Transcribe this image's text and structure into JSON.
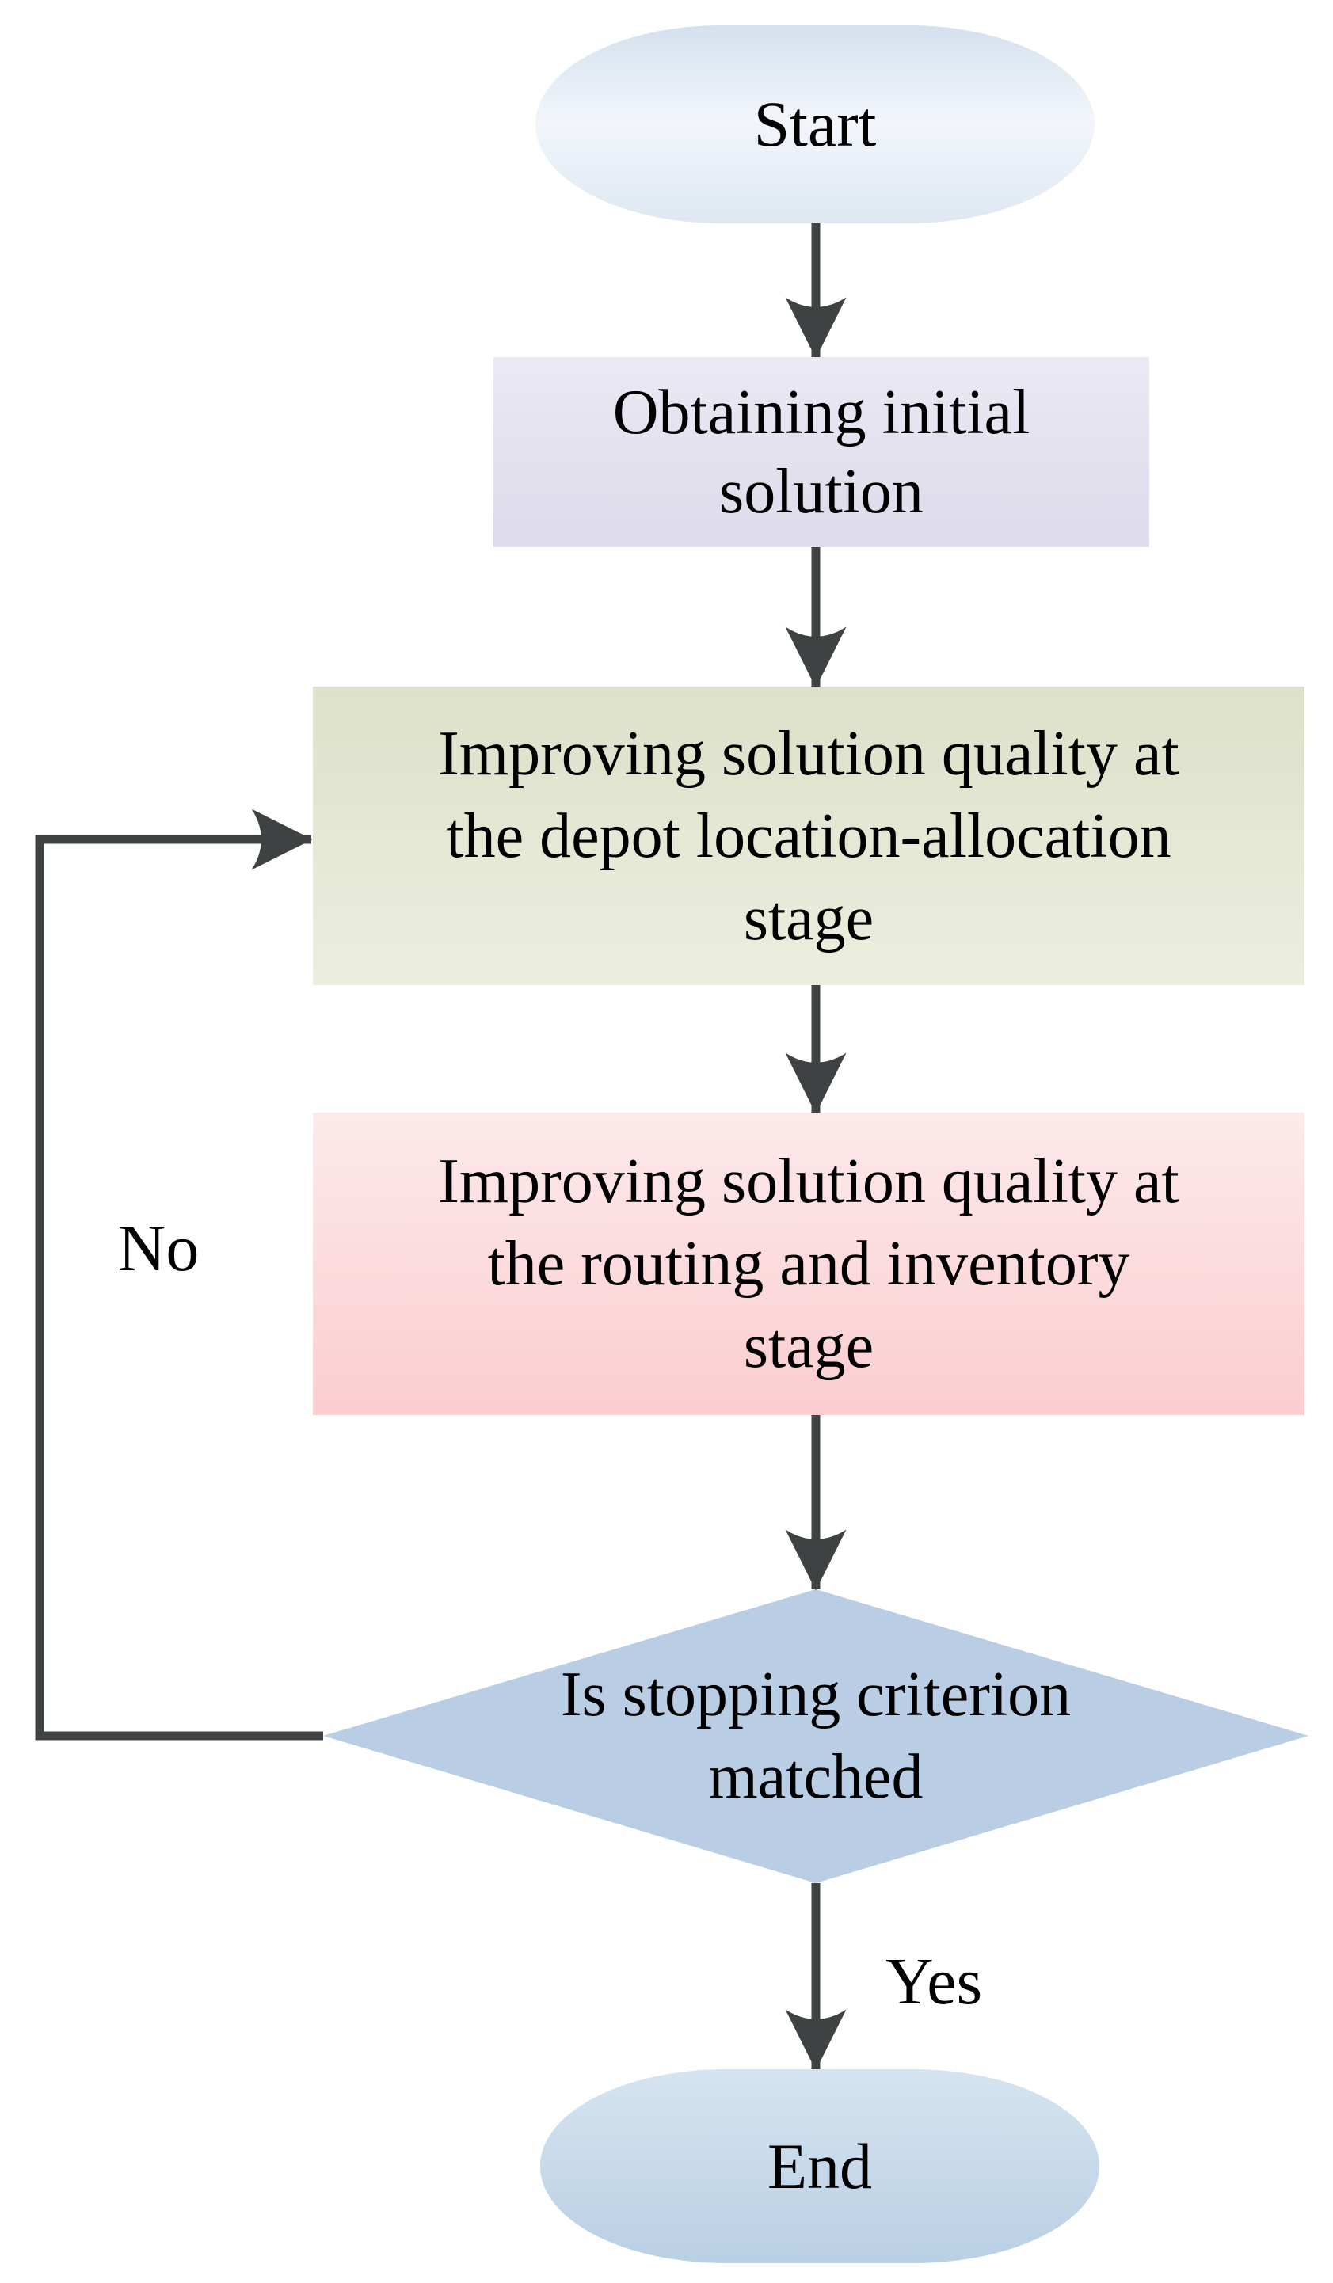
{
  "flowchart": {
    "nodes": {
      "start": {
        "type": "terminator",
        "label": "Start",
        "fill": "#e8eff7"
      },
      "initial": {
        "type": "process",
        "label": "Obtaining initial\nsolution",
        "fill": "#e4e1ef"
      },
      "depot": {
        "type": "process",
        "label": "Improving solution quality at\nthe depot location-allocation\nstage",
        "fill": "#e4e8d2"
      },
      "routing": {
        "type": "process",
        "label": "Improving solution quality at\nthe routing and inventory\nstage",
        "fill": "#fbd8da"
      },
      "decision": {
        "type": "decision",
        "label": "Is stopping criterion\nmatched",
        "fill": "#b9cde4"
      },
      "end": {
        "type": "terminator",
        "label": "End",
        "fill": "#c4d8ea"
      }
    },
    "edges": [
      {
        "from": "start",
        "to": "initial",
        "label": ""
      },
      {
        "from": "initial",
        "to": "depot",
        "label": ""
      },
      {
        "from": "depot",
        "to": "routing",
        "label": ""
      },
      {
        "from": "routing",
        "to": "decision",
        "label": ""
      },
      {
        "from": "decision",
        "to": "end",
        "label": "Yes"
      },
      {
        "from": "decision",
        "to": "depot",
        "label": "No"
      }
    ],
    "colors": {
      "arrow": "#3f4242",
      "text": "#000000",
      "background": "#ffffff",
      "start": "#e8eff7",
      "initial": "#e4e1ef",
      "depot": "#e4e8d2",
      "routing": "#fbd8da",
      "decision": "#b9cde4",
      "end": "#c4d8ea"
    }
  }
}
